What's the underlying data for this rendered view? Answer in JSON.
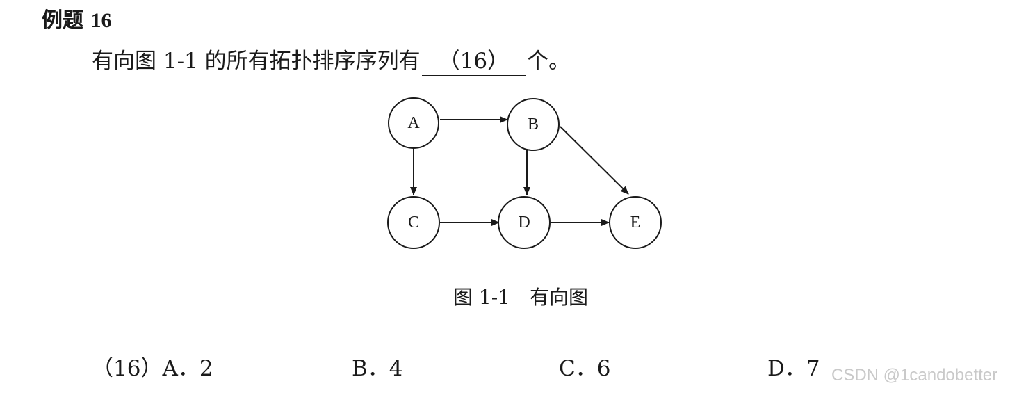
{
  "exercise": {
    "label": "例题",
    "number": "16"
  },
  "question": {
    "before_blank": "有向图 1-1 的所有拓扑排序序列有",
    "blank": "（16）",
    "after_blank": "个。"
  },
  "figure": {
    "nodes": [
      "A",
      "B",
      "C",
      "D",
      "E"
    ],
    "edges": [
      [
        "A",
        "B"
      ],
      [
        "A",
        "C"
      ],
      [
        "B",
        "D"
      ],
      [
        "B",
        "E"
      ],
      [
        "C",
        "D"
      ],
      [
        "D",
        "E"
      ]
    ],
    "caption": "图 1-1　有向图"
  },
  "options": {
    "prefix": "（16）",
    "a": "A．2",
    "b": "B．4",
    "c": "C．6",
    "d": "D．7"
  },
  "watermark": "CSDN @1candobetter"
}
